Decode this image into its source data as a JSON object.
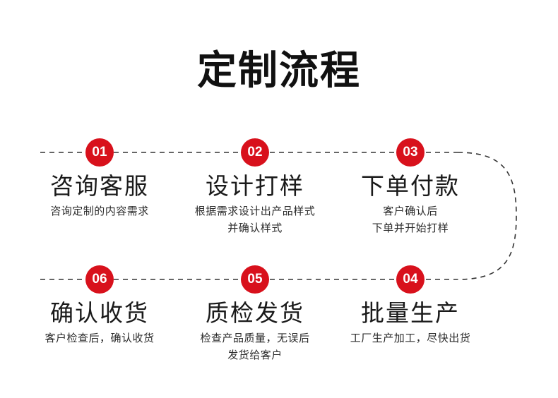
{
  "page": {
    "title": "定制流程",
    "background_color": "#ffffff",
    "accent_color": "#d8111c",
    "text_color": "#1a1a1a",
    "connector_color": "#333333"
  },
  "flow": {
    "row_top": [
      {
        "number": "01",
        "title": "咨询客服",
        "subtitle_lines": [
          "咨询定制的内容需求"
        ]
      },
      {
        "number": "02",
        "title": "设计打样",
        "subtitle_lines": [
          "根据需求设计出产品样式",
          "并确认样式"
        ]
      },
      {
        "number": "03",
        "title": "下单付款",
        "subtitle_lines": [
          "客户确认后",
          "下单并开始打样"
        ]
      }
    ],
    "row_bottom": [
      {
        "number": "06",
        "title": "确认收货",
        "subtitle_lines": [
          "客户检查后，确认收货"
        ]
      },
      {
        "number": "05",
        "title": "质检发货",
        "subtitle_lines": [
          "检查产品质量，无误后",
          "发货给客户"
        ]
      },
      {
        "number": "04",
        "title": "批量生产",
        "subtitle_lines": [
          "工厂生产加工，尽快出货"
        ]
      }
    ]
  }
}
